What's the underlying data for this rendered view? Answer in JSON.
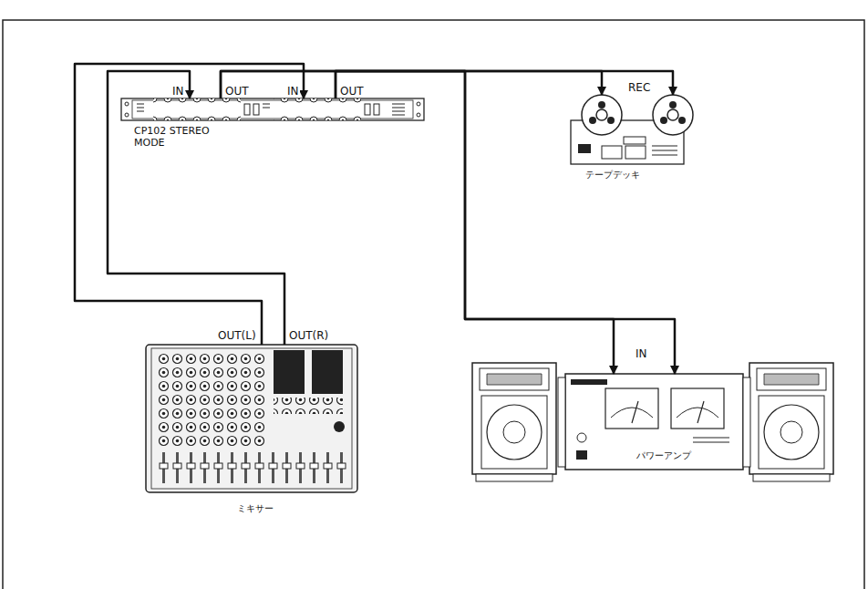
{
  "diagram": {
    "nodes": [
      {
        "text": [
          "CP102 STEREO MODE"
        ]
      },
      {
        "text": [
          "テープデッキ"
        ]
      },
      {
        "text": [
          "ミキサー"
        ]
      },
      {
        "text": [
          "パワーアンプ"
        ]
      }
    ],
    "edges": [
      {
        "from": 2,
        "to": 0,
        "arrow": "to"
      },
      {
        "from": 2,
        "to": 0,
        "arrow": "to"
      },
      {
        "from": 0,
        "to": 1,
        "arrow": "to"
      },
      {
        "from": 0,
        "to": 1,
        "arrow": "to"
      },
      {
        "from": 0,
        "to": 3,
        "arrow": "to"
      },
      {
        "from": 0,
        "to": 3,
        "arrow": "to"
      }
    ],
    "labels": [
      "IN",
      "OUT",
      "IN",
      "OUT",
      "REC",
      "OUT(L)",
      "OUT(R)",
      "IN"
    ]
  }
}
